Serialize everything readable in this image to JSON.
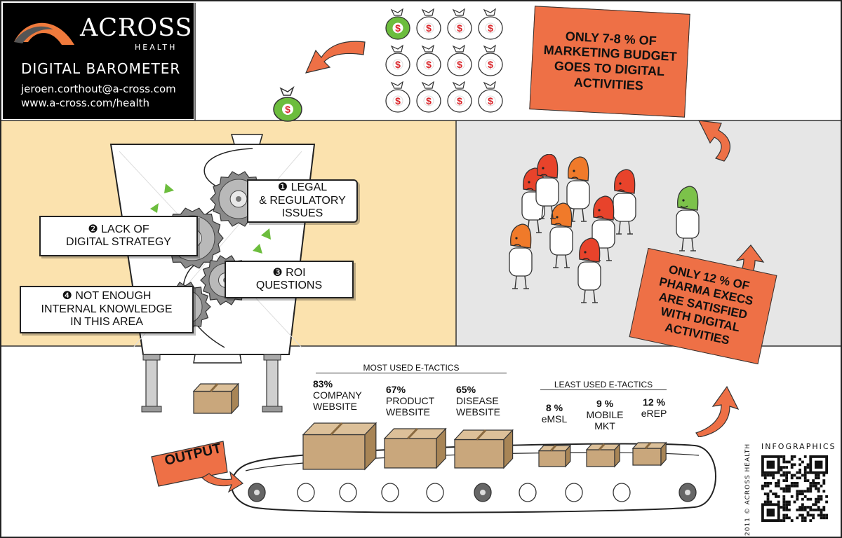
{
  "header": {
    "logo_text": "ACROSS",
    "logo_subtext": "HEALTH",
    "title": "DIGITAL BAROMETER",
    "email": "jeroen.corthout@a-cross.com",
    "website": "www.a-cross.com/health",
    "logo_color": "#f07a3c"
  },
  "issues": [
    {
      "number": "❶",
      "lines": [
        "LEGAL",
        "& REGULATORY",
        "ISSUES"
      ]
    },
    {
      "number": "❷",
      "lines": [
        "LACK OF",
        "DIGITAL STRATEGY"
      ]
    },
    {
      "number": "❸",
      "lines": [
        "ROI",
        "QUESTIONS"
      ]
    },
    {
      "number": "❹",
      "lines": [
        "NOT ENOUGH",
        "INTERNAL KNOWLEDGE",
        "IN THIS AREA"
      ]
    }
  ],
  "callouts": {
    "budget": "ONLY 7-8 % OF MARKETING BUDGET GOES TO DIGITAL ACTIVITIES",
    "execs": "ONLY 12 % OF PHARMA EXECS ARE SATISFIED WITH DIGITAL ACTIVITIES",
    "output": "OUTPUT"
  },
  "most_used": {
    "heading": "MOST USED E-TACTICS",
    "items": [
      {
        "pct": "83%",
        "label_lines": [
          "COMPANY",
          "WEBSITE"
        ]
      },
      {
        "pct": "67%",
        "label_lines": [
          "PRODUCT",
          "WEBSITE"
        ]
      },
      {
        "pct": "65%",
        "label_lines": [
          "DISEASE",
          "WEBSITE"
        ]
      }
    ]
  },
  "least_used": {
    "heading": "LEAST USED E-TACTICS",
    "items": [
      {
        "pct": "8 %",
        "label_lines": [
          "eMSL"
        ]
      },
      {
        "pct": "9 %",
        "label_lines": [
          "MOBILE",
          "MKT"
        ]
      },
      {
        "pct": "12 %",
        "label_lines": [
          "eREP"
        ]
      }
    ]
  },
  "footer": {
    "infographics_label": "INFOGRAPHICS",
    "copyright": "2011 © ACROSS HEALTH"
  },
  "colors": {
    "orange": "#ee7046",
    "panel_yellow": "#fbe2ae",
    "panel_grey": "#e6e6e6",
    "exec_red": "#e8432b",
    "exec_orange": "#f07a2a",
    "exec_green": "#7cc24a",
    "money_green": "#6cbd3d",
    "money_red": "#d9262b",
    "box_brown": "#c9a77c"
  },
  "money_bags": {
    "rows": 3,
    "cols": 4,
    "highlighted": 1
  },
  "executives": {
    "total": 9,
    "dissatisfied": 8,
    "satisfied": 1
  }
}
